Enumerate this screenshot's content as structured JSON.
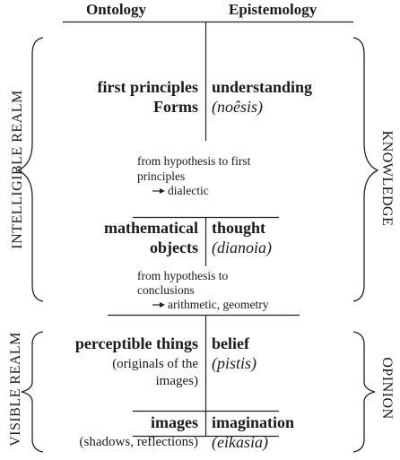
{
  "header": {
    "left": "Ontology",
    "right": "Epistemology"
  },
  "side_labels": {
    "intelligible": "INTELLIGIBLE REALM",
    "visible": "VISIBLE REALM",
    "knowledge": "KNOWLEDGE",
    "opinion": "OPINION"
  },
  "rows": [
    {
      "left": [
        "first principles",
        "Forms"
      ],
      "right": "understanding",
      "right_term": "(noêsis)"
    },
    {
      "left": [
        "mathematical",
        "objects"
      ],
      "right": "thought",
      "right_term": "(dianoia)"
    },
    {
      "left": [
        "perceptible things"
      ],
      "left_note": [
        "(originals of the",
        "images)"
      ],
      "right": "belief",
      "right_term": "(pistis)"
    },
    {
      "left": [
        "images"
      ],
      "left_note": [
        "(shadows, reflections)"
      ],
      "right": "imagination",
      "right_term": "(eikasia)"
    }
  ],
  "transitions": [
    {
      "lines": [
        "from hypothesis to first",
        "principles"
      ],
      "result": "dialectic"
    },
    {
      "lines": [
        "from hypothesis to",
        "conclusions"
      ],
      "result": "arithmetic, geometry"
    }
  ]
}
